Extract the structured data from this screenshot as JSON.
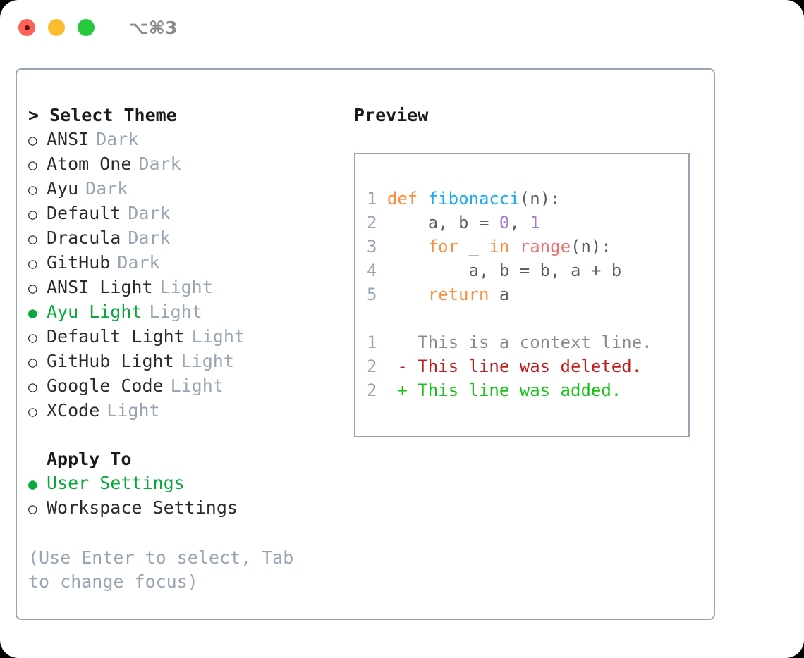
{
  "titlebar": {
    "shortcut": "⌥⌘3",
    "buttons": [
      {
        "name": "close",
        "color": "#ff6058"
      },
      {
        "name": "minimize",
        "color": "#fdbc2f"
      },
      {
        "name": "maximize",
        "color": "#28c93f"
      }
    ]
  },
  "theme_section": {
    "heading": "> Select Theme",
    "items": [
      {
        "bullet": "○",
        "label": "ANSI",
        "tag": "Dark",
        "selected": false
      },
      {
        "bullet": "○",
        "label": "Atom One",
        "tag": "Dark",
        "selected": false
      },
      {
        "bullet": "○",
        "label": "Ayu",
        "tag": "Dark",
        "selected": false
      },
      {
        "bullet": "○",
        "label": "Default",
        "tag": "Dark",
        "selected": false
      },
      {
        "bullet": "○",
        "label": "Dracula",
        "tag": "Dark",
        "selected": false
      },
      {
        "bullet": "○",
        "label": "GitHub",
        "tag": "Dark",
        "selected": false
      },
      {
        "bullet": "○",
        "label": "ANSI Light",
        "tag": "Light",
        "selected": false
      },
      {
        "bullet": "●",
        "label": "Ayu Light",
        "tag": "Light",
        "selected": true
      },
      {
        "bullet": "○",
        "label": "Default Light",
        "tag": "Light",
        "selected": false
      },
      {
        "bullet": "○",
        "label": "GitHub Light",
        "tag": "Light",
        "selected": false
      },
      {
        "bullet": "○",
        "label": "Google Code",
        "tag": "Light",
        "selected": false
      },
      {
        "bullet": "○",
        "label": "XCode",
        "tag": "Light",
        "selected": false
      }
    ]
  },
  "apply_section": {
    "heading": "Apply To",
    "items": [
      {
        "bullet": "●",
        "label": "User Settings",
        "selected": true
      },
      {
        "bullet": "○",
        "label": "Workspace Settings",
        "selected": false
      }
    ]
  },
  "help_text": "(Use Enter to select, Tab to change focus)",
  "preview": {
    "title": "Preview",
    "code_lines": [
      {
        "num": "1",
        "tokens": [
          {
            "t": "def",
            "c": "kw"
          },
          {
            "t": " ",
            "c": "plain"
          },
          {
            "t": "fibonacci",
            "c": "fn"
          },
          {
            "t": "(n):",
            "c": "plain"
          }
        ]
      },
      {
        "num": "2",
        "tokens": [
          {
            "t": "    a, b = ",
            "c": "plain"
          },
          {
            "t": "0",
            "c": "num"
          },
          {
            "t": ", ",
            "c": "plain"
          },
          {
            "t": "1",
            "c": "num"
          }
        ]
      },
      {
        "num": "3",
        "tokens": [
          {
            "t": "    ",
            "c": "plain"
          },
          {
            "t": "for",
            "c": "kw"
          },
          {
            "t": " _ ",
            "c": "plain"
          },
          {
            "t": "in",
            "c": "kw"
          },
          {
            "t": " ",
            "c": "plain"
          },
          {
            "t": "range",
            "c": "call"
          },
          {
            "t": "(n):",
            "c": "plain"
          }
        ]
      },
      {
        "num": "4",
        "tokens": [
          {
            "t": "        a, b = b, a + b",
            "c": "plain"
          }
        ]
      },
      {
        "num": "5",
        "tokens": [
          {
            "t": "    ",
            "c": "plain"
          },
          {
            "t": "return",
            "c": "kw"
          },
          {
            "t": " a",
            "c": "plain"
          }
        ]
      }
    ],
    "diff_lines": [
      {
        "num": "1",
        "marker": " ",
        "text": " This is a context line.",
        "kind": "diff-ctx"
      },
      {
        "num": "2",
        "marker": "-",
        "text": " This line was deleted.",
        "kind": "diff-del"
      },
      {
        "num": "2",
        "marker": "+",
        "text": " This line was added.",
        "kind": "diff-add"
      }
    ]
  },
  "colors": {
    "accent_green": "#09a83a",
    "muted": "#9aa5b4",
    "keyword_orange": "#fa8d3e",
    "function_blue": "#1ba9f5",
    "number_purple": "#a37acc",
    "call_red": "#f07171",
    "diff_deleted": "#c01c1c",
    "diff_added": "#16c216",
    "border": "#9aa5b4"
  }
}
